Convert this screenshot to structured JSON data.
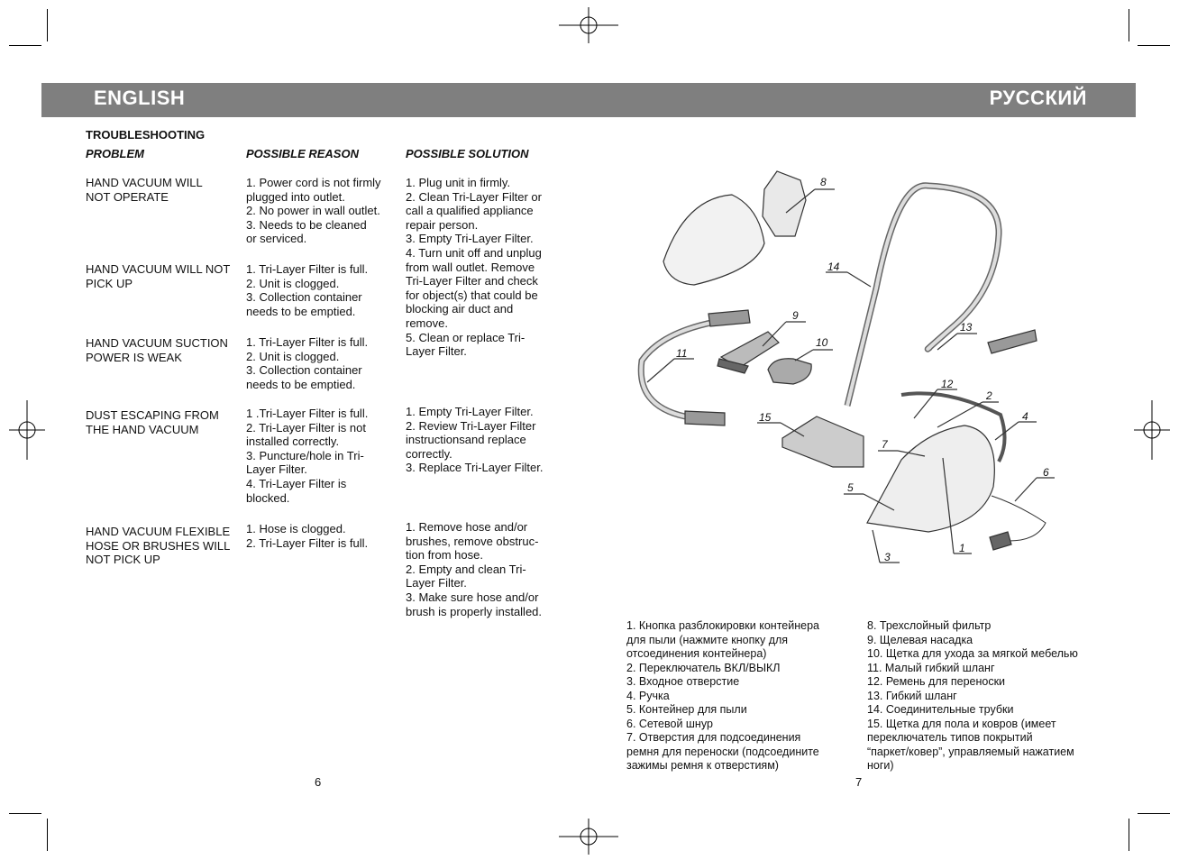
{
  "banner": {
    "left_title": "ENGLISH",
    "right_title": "РУССКИЙ"
  },
  "troubleshooting": {
    "heading": "TROUBLESHOOTING",
    "columns": {
      "problem": "PROBLEM",
      "reason": "POSSIBLE REASON",
      "solution": "POSSIBLE SOLUTION"
    },
    "rows": [
      {
        "problem": "HAND VACUUM WILL\nNOT OPERATE",
        "reason": "1. Power cord is not firmly\nplugged into outlet.\n2. No power in wall outlet.\n3. Needs to be cleaned\nor serviced.",
        "solution": "1. Plug unit in firmly.\n2. Clean Tri-Layer Filter or\ncall a qualified appliance\nrepair person.\n3. Empty Tri-Layer Filter.\n4. Turn unit off and unplug\nfrom wall outlet. Remove\nTri-Layer Filter and check\nfor object(s) that could be\nblocking air duct and\nremove.\n5. Clean or replace Tri-\nLayer Filter."
      },
      {
        "problem": "HAND VACUUM WILL NOT\nPICK UP",
        "reason": "1. Tri-Layer Filter is full.\n2. Unit is clogged.\n3. Collection container\nneeds to be emptied.",
        "solution": ""
      },
      {
        "problem": "HAND VACUUM SUCTION\nPOWER IS WEAK",
        "reason": "1. Tri-Layer Filter is full.\n2. Unit is clogged.\n3. Collection container\nneeds to be emptied.",
        "solution": ""
      },
      {
        "problem": "DUST ESCAPING FROM\nTHE HAND VACUUM",
        "reason": "1 .Tri-Layer Filter is full.\n2. Tri-Layer Filter is not\ninstalled correctly.\n3. Puncture/hole in Tri-\nLayer Filter.\n4. Tri-Layer Filter is\nblocked.",
        "solution": "1. Empty Tri-Layer Filter.\n2. Review Tri-Layer Filter\ninstructionsand replace\ncorrectly.\n3. Replace Tri-Layer Filter."
      },
      {
        "problem": "HAND VACUUM FLEXIBLE\nHOSE OR BRUSHES WILL\nNOT PICK UP",
        "reason": "1. Hose is clogged.\n2. Tri-Layer Filter is full.",
        "solution": "1. Remove hose and/or\nbrushes, remove obstruc-\ntion from hose.\n2. Empty and clean Tri-\nLayer Filter.\n3. Make sure hose and/or\nbrush is properly installed."
      }
    ]
  },
  "diagram": {
    "callouts": [
      "8",
      "14",
      "9",
      "10",
      "13",
      "11",
      "12",
      "2",
      "4",
      "15",
      "7",
      "6",
      "5",
      "1",
      "3"
    ]
  },
  "parts": {
    "left": "1. Кнопка  разблокировки  контейнера\nдля пыли (нажмите кнопку для\nотсоединения контейнера)\n2. Переключатель ВКЛ/ВЫКЛ\n3. Входное отверстие\n4. Ручка\n5. Контейнер для пыли\n6. Сетевой шнур\n7. Отверстия для подсоединения\nремня для переноски (подсоедините\nзажимы  ремня к отверстиям)",
    "right": "8. Трехслойный фильтр\n9. Щелевая насадка\n10. Щетка для ухода за мягкой мебелью\n11. Малый гибкий шланг\n12. Ремень для переноски\n13. Гибкий шланг\n14. Соединительные трубки\n15. Щетка для пола и ковров (имеет\nпереключатель типов покрытий\n“паркет/ковер”, управляемый нажатием\nноги)"
  },
  "page_numbers": {
    "left": "6",
    "right": "7"
  }
}
